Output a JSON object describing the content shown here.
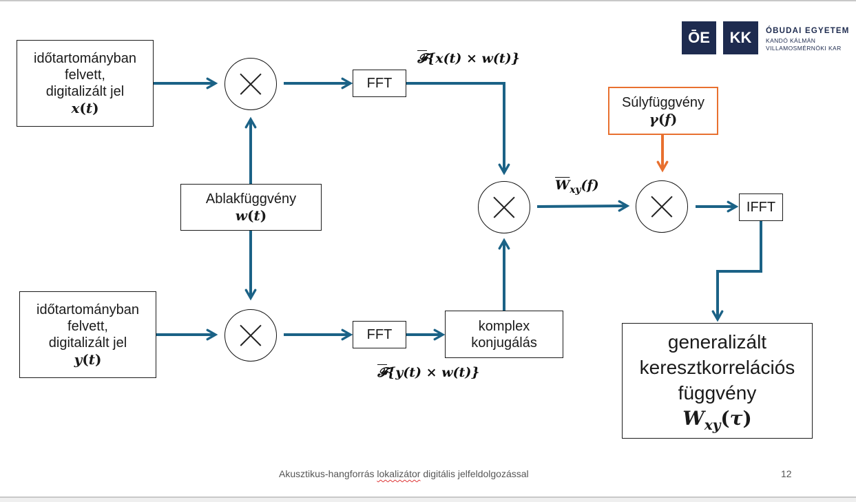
{
  "logo": {
    "mark_left": "ŌE",
    "mark_right": "KK",
    "title": "ÓBUDAI EGYETEM",
    "subtitle_line1": "KANDÓ KÁLMÁN",
    "subtitle_line2": "VILLAMOSMÉRNÖKI KAR",
    "brand_color": "#1e2b4f"
  },
  "colors": {
    "arrow": "#1b6286",
    "weight_box_border": "#e8702f",
    "weight_arrow": "#e8702f"
  },
  "blocks": {
    "input_x": {
      "line1": "időtartományban",
      "line2": "felvett,",
      "line3": "digitalizált jel",
      "symbol": "x",
      "arg": "t"
    },
    "input_y": {
      "line1": "időtartományban",
      "line2": "felvett,",
      "line3": "digitalizált jel",
      "symbol": "y",
      "arg": "t"
    },
    "window": {
      "line1": "Ablakfüggvény",
      "symbol": "w",
      "arg": "t"
    },
    "fft_top": {
      "label": "FFT"
    },
    "fft_bottom": {
      "label": "FFT"
    },
    "conjugate": {
      "line1": "komplex",
      "line2": "konjugálás"
    },
    "weight": {
      "line1": "Súlyfüggvény",
      "symbol": "γ",
      "arg": "f"
    },
    "ifft": {
      "label": "IFFT"
    },
    "output": {
      "line1": "generalizált",
      "line2": "keresztkorrelációs",
      "line3": "függvény",
      "symbol": "W",
      "sub": "xy",
      "arg": "τ"
    }
  },
  "multipliers": [
    "mult-top",
    "mult-bottom",
    "mult-center",
    "mult-weight"
  ],
  "annotations": {
    "fft_top_expr": {
      "op": "𝓕",
      "body": "{x(t) × w(t)}"
    },
    "fft_bottom_expr": {
      "op": "𝓕",
      "body": "{y(t) × w(t)}"
    },
    "cross_spectrum": {
      "symbol": "W",
      "sub": "xy",
      "arg": "(f)"
    }
  },
  "footer": {
    "title_part1": "Akusztikus-hangforrás ",
    "title_misspelled": "lokalizátor",
    "title_part2": " digitális jelfeldolgozással",
    "page_number": "12"
  }
}
